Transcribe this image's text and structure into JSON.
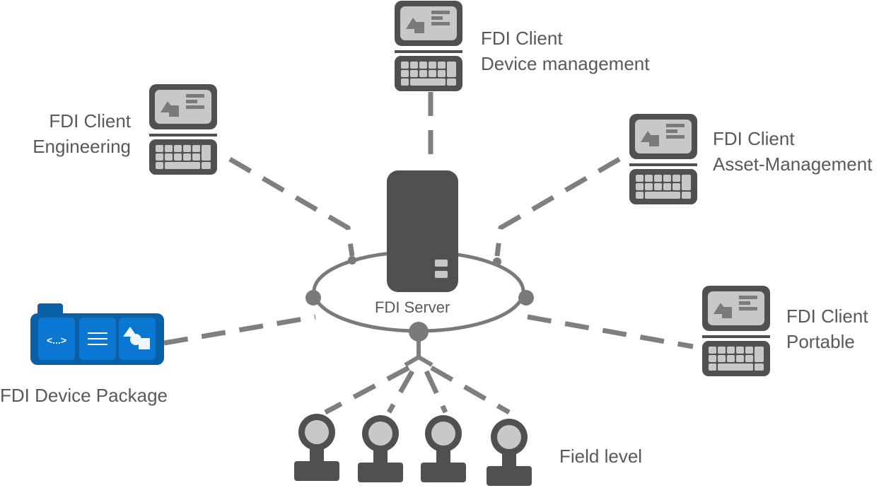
{
  "colors": {
    "dark": "#505050",
    "screen": "#c8c8c8",
    "mid": "#7a7a7a",
    "link": "#7f7f7f",
    "package_dark": "#0a60a8",
    "package_light": "#0a78d2",
    "text": "#595959"
  },
  "server": {
    "label": "FDI Server"
  },
  "clients": [
    {
      "id": "device-management",
      "line1": "FDI Client",
      "line2": "Device management"
    },
    {
      "id": "engineering",
      "line1": "FDI Client",
      "line2": "Engineering"
    },
    {
      "id": "asset-management",
      "line1": "FDI Client",
      "line2": "Asset-Management"
    },
    {
      "id": "portable",
      "line1": "FDI Client",
      "line2": "Portable"
    }
  ],
  "device_package": {
    "label": "FDI Device Package",
    "code_symbol": "<...>"
  },
  "field": {
    "label": "Field level",
    "device_count": 4
  }
}
